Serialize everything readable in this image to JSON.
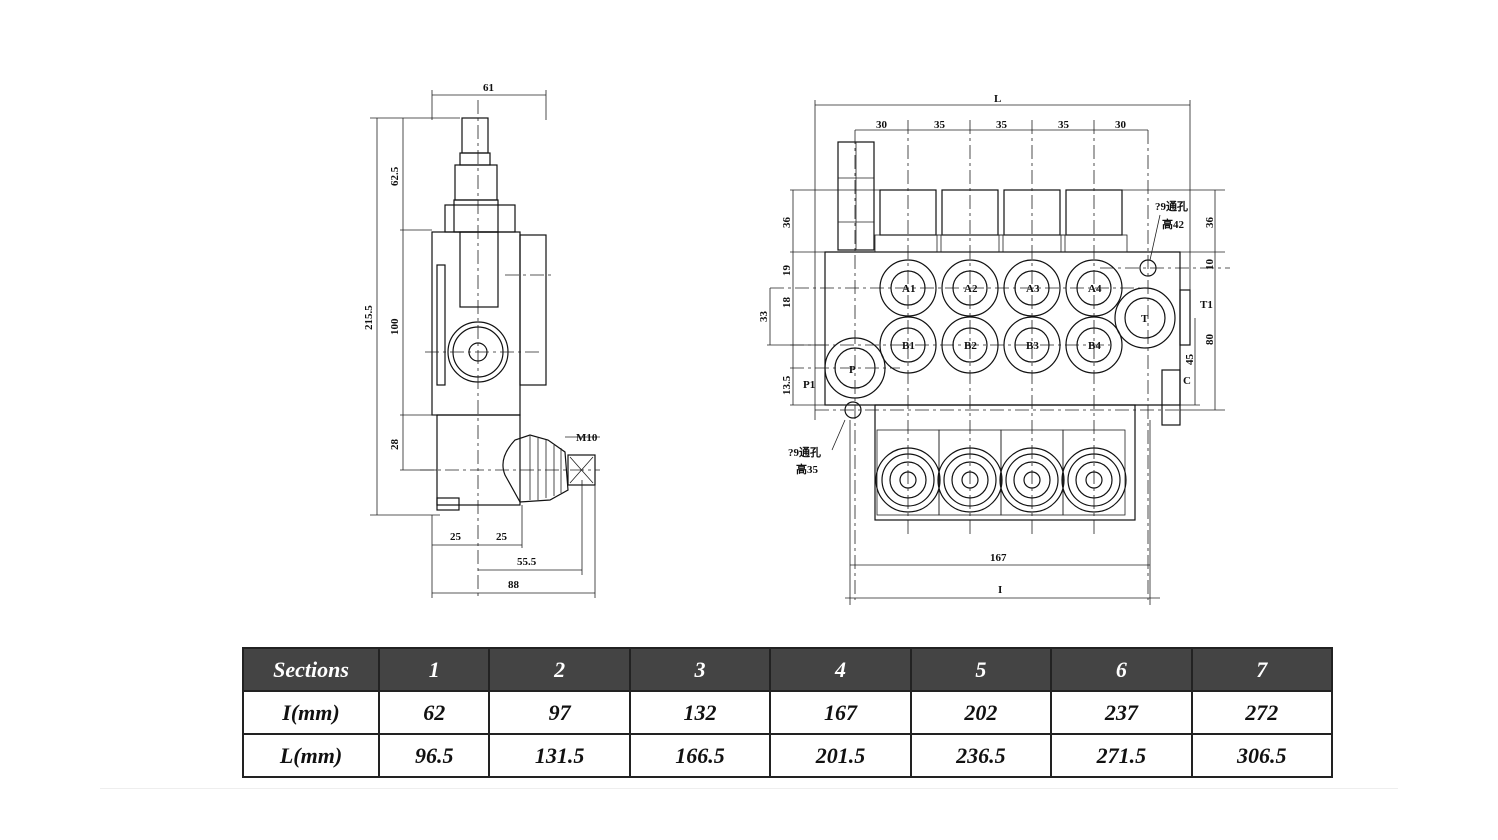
{
  "side_view": {
    "dims": {
      "width_top": "61",
      "height_total": "215.5",
      "relief_height": "62.5",
      "body_height": "100",
      "lower_height": "28",
      "left_25": "25",
      "right_25": "25",
      "lever_55_5": "55.5",
      "overall_88": "88",
      "thread": "M10"
    }
  },
  "front_view": {
    "dims": {
      "length": "L",
      "pitch": [
        "30",
        "35",
        "35",
        "35",
        "30"
      ],
      "left_36": "36",
      "left_19": "19",
      "left_18": "18",
      "left_33": "33",
      "left_13_5": "13.5",
      "right_36": "36",
      "right_10": "10",
      "right_80": "80",
      "right_45": "45",
      "width_167": "167",
      "width_I": "I"
    },
    "ports": {
      "a": [
        "A1",
        "A2",
        "A3",
        "A4"
      ],
      "b": [
        "B1",
        "B2",
        "B3",
        "B4"
      ],
      "p": "P",
      "t": "T",
      "p1": "P1",
      "t1": "T1",
      "c": "C"
    },
    "notes": {
      "hole_top_1": "?9通孔",
      "hole_top_2": "高42",
      "hole_bottom_1": "?9通孔",
      "hole_bottom_2": "高35"
    }
  },
  "table": {
    "header": [
      "Sections",
      "1",
      "2",
      "3",
      "4",
      "5",
      "6",
      "7"
    ],
    "rows": [
      {
        "label": "I(mm)",
        "values": [
          "62",
          "97",
          "132",
          "167",
          "202",
          "237",
          "272"
        ]
      },
      {
        "label": "L(mm)",
        "values": [
          "96.5",
          "131.5",
          "166.5",
          "201.5",
          "236.5",
          "271.5",
          "306.5"
        ]
      }
    ]
  }
}
